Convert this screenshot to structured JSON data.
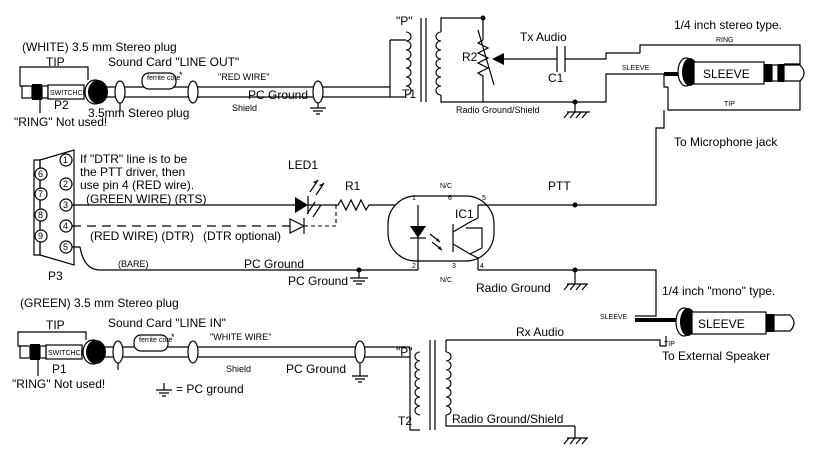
{
  "top_plug": {
    "title": "(WHITE) 3.5 mm Stereo plug",
    "tip": "TIP",
    "id": "P2",
    "ring_note": "\"RING\" Not used!",
    "body_label": "SWITCHCRAFT",
    "jack_label": "3.5mm Stereo plug"
  },
  "top_cable": {
    "card_port": "Sound Card \"LINE OUT\"",
    "ferrite": "ferrite core",
    "ferrite_mark": "*",
    "wire": "\"RED WIRE\"",
    "ground": "PC Ground",
    "shield": "Shield"
  },
  "transformer_t1": {
    "p_label": "\"P\"",
    "id": "T1"
  },
  "tx_path": {
    "pot": "R2",
    "audio": "Tx Audio",
    "cap": "C1",
    "ground_shield": "Radio Ground/Shield"
  },
  "mic_plug": {
    "title": "1/4 inch stereo type.",
    "ring": "RING",
    "sleeve_tag": "SLEEVE",
    "sleeve": "SLEEVE",
    "tip": "TIP",
    "caption": "To Microphone jack"
  },
  "db9": {
    "id": "P3",
    "pins": [
      "1",
      "2",
      "3",
      "4",
      "5",
      "6",
      "7",
      "8",
      "9"
    ],
    "note_lines": [
      "If \"DTR\" line is to be",
      "the PTT driver, then",
      "use pin 4 (RED wire)."
    ],
    "green_wire": "(GREEN WIRE) (RTS)",
    "red_wire": "(RED WIRE) (DTR)",
    "dtr_optional": "(DTR optional)",
    "bare": "(BARE)",
    "pc_ground": "PC Ground",
    "pc_ground2": "PC Ground"
  },
  "ptt": {
    "led": "LED1",
    "r1": "R1",
    "ic": "IC1",
    "nc": "N/C",
    "pins": [
      "1",
      "2",
      "3",
      "4",
      "5",
      "6"
    ],
    "ptt_label": "PTT",
    "radio_ground": "Radio Ground"
  },
  "speaker_plug": {
    "title": "1/4 inch \"mono\" type.",
    "sleeve_tag": "SLEEVE",
    "sleeve": "SLEEVE",
    "tip": "TIP",
    "caption": "To External Speaker"
  },
  "bottom_plug": {
    "title": "(GREEN) 3.5 mm Stereo plug",
    "tip": "TIP",
    "id": "P1",
    "ring_note": "\"RING\" Not used!",
    "body_label": "SWITCHCRAFT"
  },
  "bottom_cable": {
    "card_port": "Sound Card \"LINE IN\"",
    "ferrite": "ferrite core",
    "ferrite_mark": "*",
    "wire": "\"WHITE WIRE\"",
    "shield": "Shield",
    "ground": "PC Ground",
    "rx_audio": "Rx Audio"
  },
  "transformer_t2": {
    "p_label": "\"P\"",
    "id": "T2",
    "ground_shield": "Radio Ground/Shield"
  },
  "legend": {
    "symbol_text": "= PC ground"
  }
}
